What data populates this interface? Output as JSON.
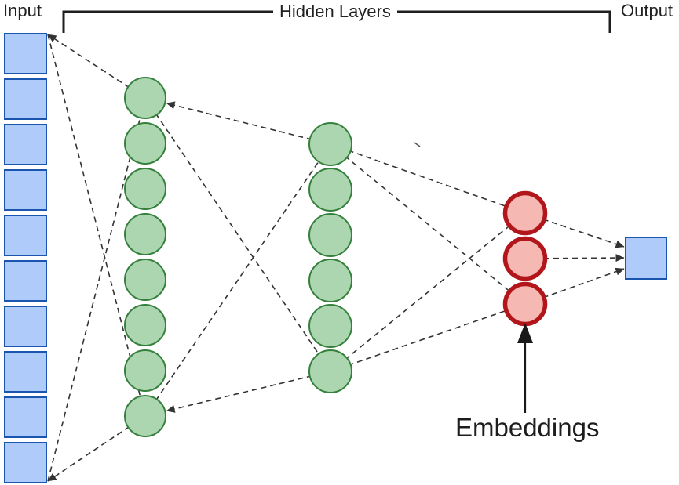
{
  "diagram": {
    "labels": {
      "input": "Input",
      "hidden_layers": "Hidden Layers",
      "output": "Output",
      "embeddings": "Embeddings"
    },
    "colors": {
      "input_fill": "#aecbfa",
      "input_stroke": "#1a56b0",
      "hidden_fill": "#abd6b0",
      "hidden_stroke": "#35803c",
      "embedding_fill": "#f5b8b3",
      "embedding_stroke": "#b2161b",
      "connection": "#333333",
      "bracket": "#1f1f1f",
      "arrow": "#1a1a1a",
      "text": "#212121"
    },
    "layers": [
      {
        "id": "input",
        "role": "input",
        "shape": "square",
        "count": 10
      },
      {
        "id": "h1",
        "role": "hidden",
        "shape": "circle",
        "count": 8
      },
      {
        "id": "h2",
        "role": "hidden",
        "shape": "circle",
        "count": 6
      },
      {
        "id": "emb",
        "role": "embeddings",
        "shape": "circle",
        "count": 3
      },
      {
        "id": "out",
        "role": "output",
        "shape": "square",
        "count": 1
      }
    ],
    "connections": [
      {
        "from": "h1.0",
        "to": "inputTop",
        "arrow": true
      },
      {
        "from": "inputTop",
        "to": "h1.7"
      },
      {
        "from": "h1.7",
        "to": "inputBottom",
        "arrow": true
      },
      {
        "from": "inputBottom",
        "to": "h1.0"
      },
      {
        "from": "h2.0",
        "to": "h1.0",
        "arrow": true,
        "trim": 28
      },
      {
        "from": "h2.5",
        "to": "h1.7",
        "arrow": true,
        "trim": 28
      },
      {
        "from": "h1.0",
        "to": "h2.5"
      },
      {
        "from": "h1.7",
        "to": "h2.0"
      },
      {
        "from": "h2.0",
        "to": "emb.0"
      },
      {
        "from": "h2.0",
        "to": "emb.2"
      },
      {
        "from": "h2.5",
        "to": "emb.0"
      },
      {
        "from": "h2.5",
        "to": "emb.2"
      },
      {
        "from": "emb.0",
        "to": "outTop",
        "arrow": true
      },
      {
        "from": "emb.1",
        "to": "outMid",
        "arrow": true
      },
      {
        "from": "emb.2",
        "to": "outBottom",
        "arrow": true
      }
    ]
  }
}
